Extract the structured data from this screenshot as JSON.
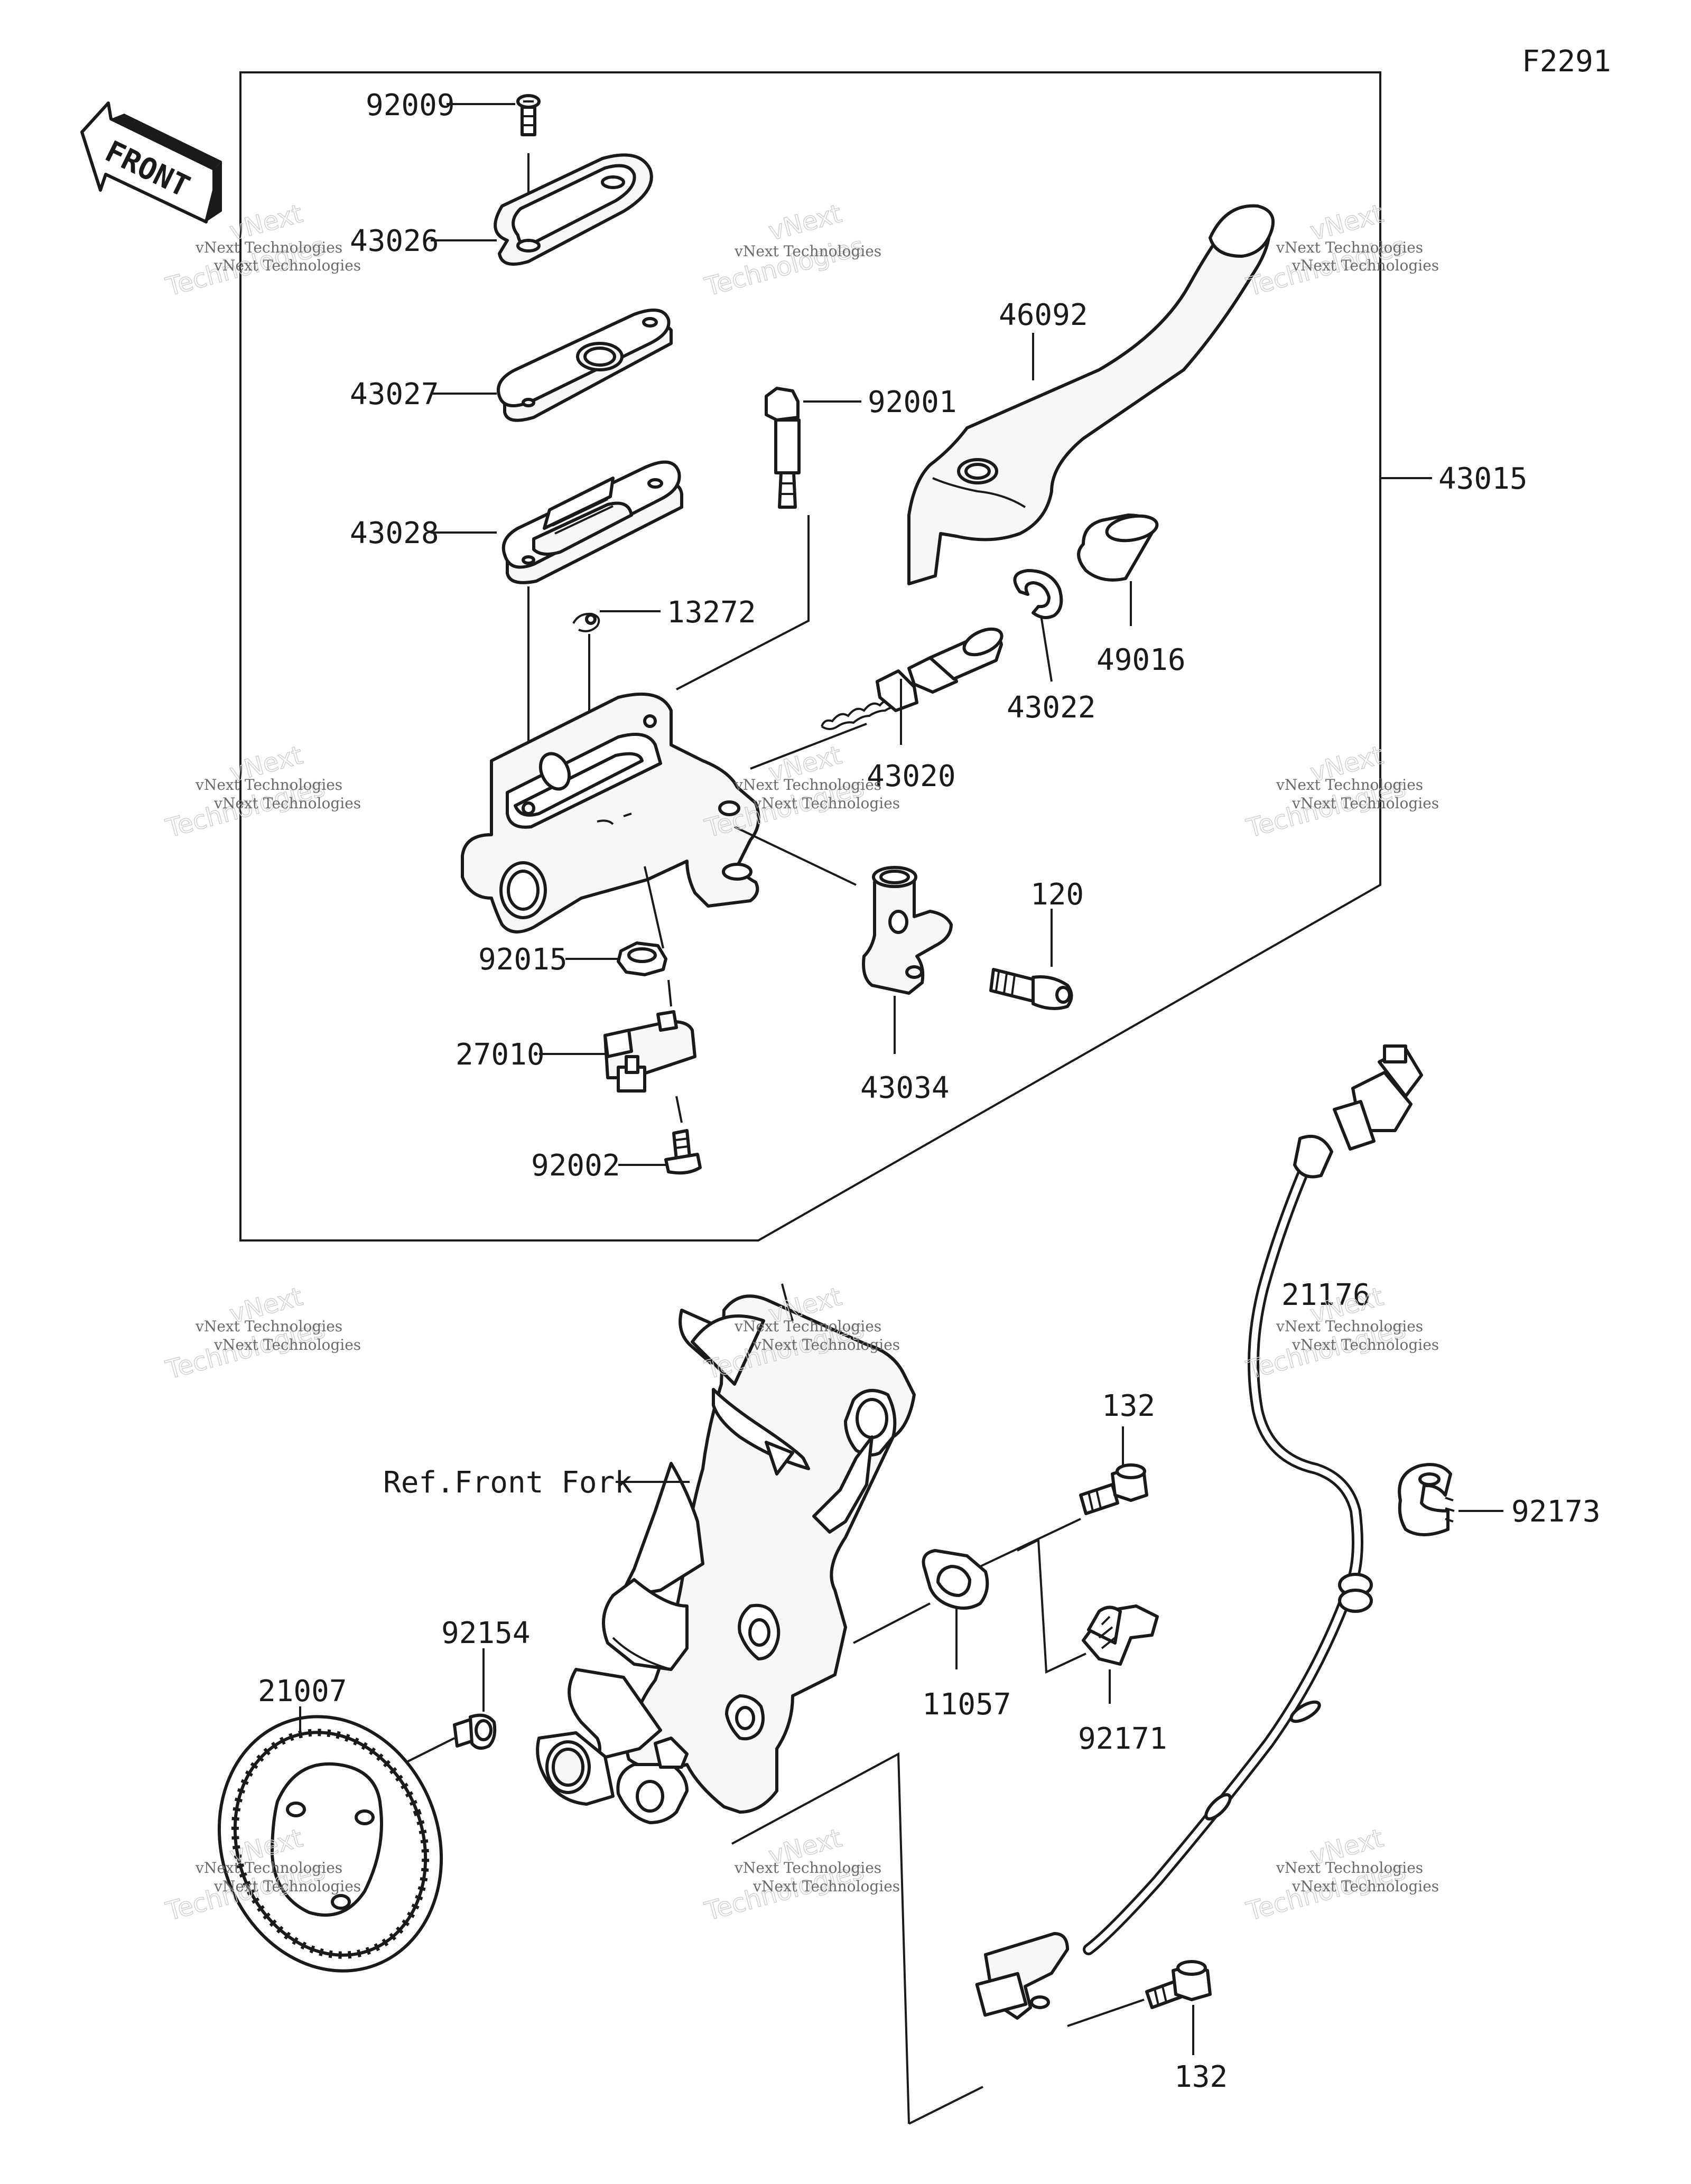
{
  "figure_code": "F2291",
  "front_arrow": "FRONT",
  "parts": {
    "p92009": "92009",
    "p43026": "43026",
    "p43027": "43027",
    "p43028": "43028",
    "p92001": "92001",
    "p46092": "46092",
    "p43015": "43015",
    "p13272": "13272",
    "p49016": "49016",
    "p43022": "43022",
    "p43020": "43020",
    "p120": "120",
    "p92015": "92015",
    "p43034": "43034",
    "p27010": "27010",
    "p92002": "92002",
    "p21176": "21176",
    "p132_top": "132",
    "ref_fork": "Ref.Front Fork",
    "p92173": "92173",
    "p92154": "92154",
    "p11057": "11057",
    "p21007": "21007",
    "p92171": "92171",
    "p132_bottom": "132"
  },
  "watermark": {
    "line1": "vNext Technologies",
    "big1": "vNext",
    "big2": "Technologies"
  }
}
